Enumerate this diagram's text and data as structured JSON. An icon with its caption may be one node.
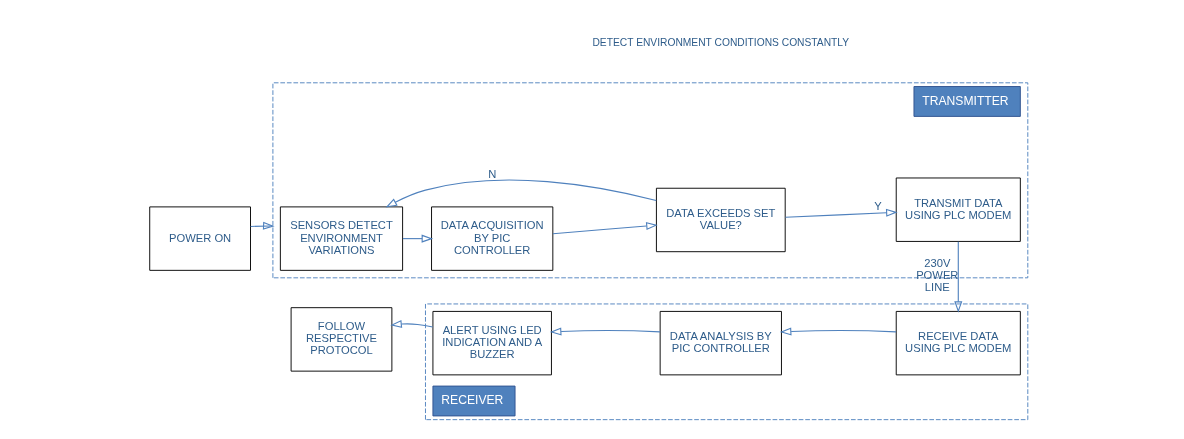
{
  "diagram": {
    "nodes": [
      {
        "text": [
          "POWER ON"
        ]
      },
      {
        "text": [
          "TRANSMITTER"
        ]
      },
      {
        "text": [
          "SENSORS DETECT ENVIRONMENT VARIATIONS"
        ],
        "in": 1
      },
      {
        "text": [
          "DATA ACQUISITION BY PIC CONTROLLER"
        ],
        "in": 1
      },
      {
        "text": [
          "DATA EXCEEDS SET VALUE?"
        ],
        "in": 1
      },
      {
        "text": [
          "TRANSMIT DATA USING PLC MODEM"
        ],
        "in": 1
      },
      {
        "text": [
          "RECEIVER"
        ]
      },
      {
        "text": [
          "RECEIVE DATA USING PLC MODEM"
        ],
        "in": 6
      },
      {
        "text": [
          "DATA ANALYSIS BY PIC CONTROLLER"
        ],
        "in": 6
      },
      {
        "text": [
          "ALERT USING LED INDICATION AND A BUZZER"
        ],
        "in": 6
      },
      {
        "text": [
          "FOLLOW RESPECTIVE PROTOCOL"
        ]
      }
    ],
    "edges": [
      {
        "from": 0,
        "to": 1,
        "arrow": "to"
      },
      {
        "from": 2,
        "to": 3,
        "arrow": "to"
      },
      {
        "from": 3,
        "to": 4,
        "arrow": "to"
      },
      {
        "from": 4,
        "to": 5,
        "arrow": "to",
        "label": "Y"
      },
      {
        "from": 4,
        "to": 2,
        "arrow": "to",
        "label": "N"
      },
      {
        "from": 5,
        "to": 7,
        "arrow": "to",
        "label": "230V POWER LINE"
      },
      {
        "from": 7,
        "to": 8,
        "arrow": "to"
      },
      {
        "from": 8,
        "to": 9,
        "arrow": "to"
      },
      {
        "from": 9,
        "to": 10,
        "arrow": "to"
      }
    ],
    "labels": [
      "DETECT ENVIRONMENT CONDITIONS CONSTANTLY"
    ]
  }
}
